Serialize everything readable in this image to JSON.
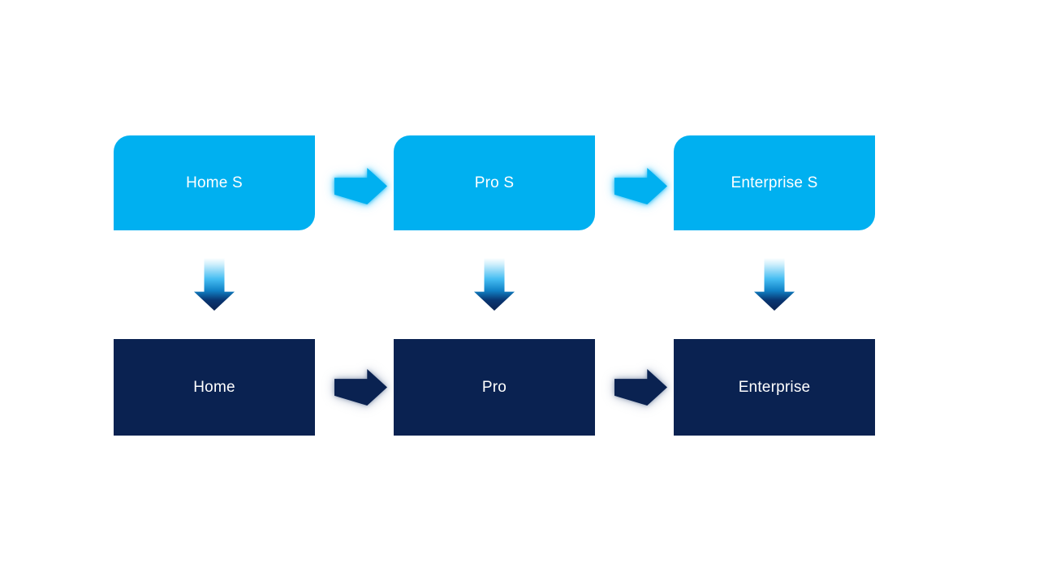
{
  "canvas": {
    "background": "#FFFFFF"
  },
  "colors": {
    "canvas_bg": "#FFFFFF",
    "top_shape_fill": "#00B0F0",
    "bottom_shape_fill": "#0A2251",
    "label_text": "#FFFFFF",
    "top_arrow_glow": "#86DBFF",
    "bottom_arrow_glow": "#9AA7C0"
  },
  "icons": {
    "right_arrow": "right-pointing block arrow (CSS clip-path shape)",
    "down_arrow": "down-pointing block arrow with light-to-dark gradient (CSS clip-path shape)"
  },
  "flow": {
    "columns": [
      {
        "top_label": "Home S",
        "bottom_label": "Home"
      },
      {
        "top_label": "Pro S",
        "bottom_label": "Pro"
      },
      {
        "top_label": "Enterprise S",
        "bottom_label": "Enterprise"
      }
    ]
  }
}
